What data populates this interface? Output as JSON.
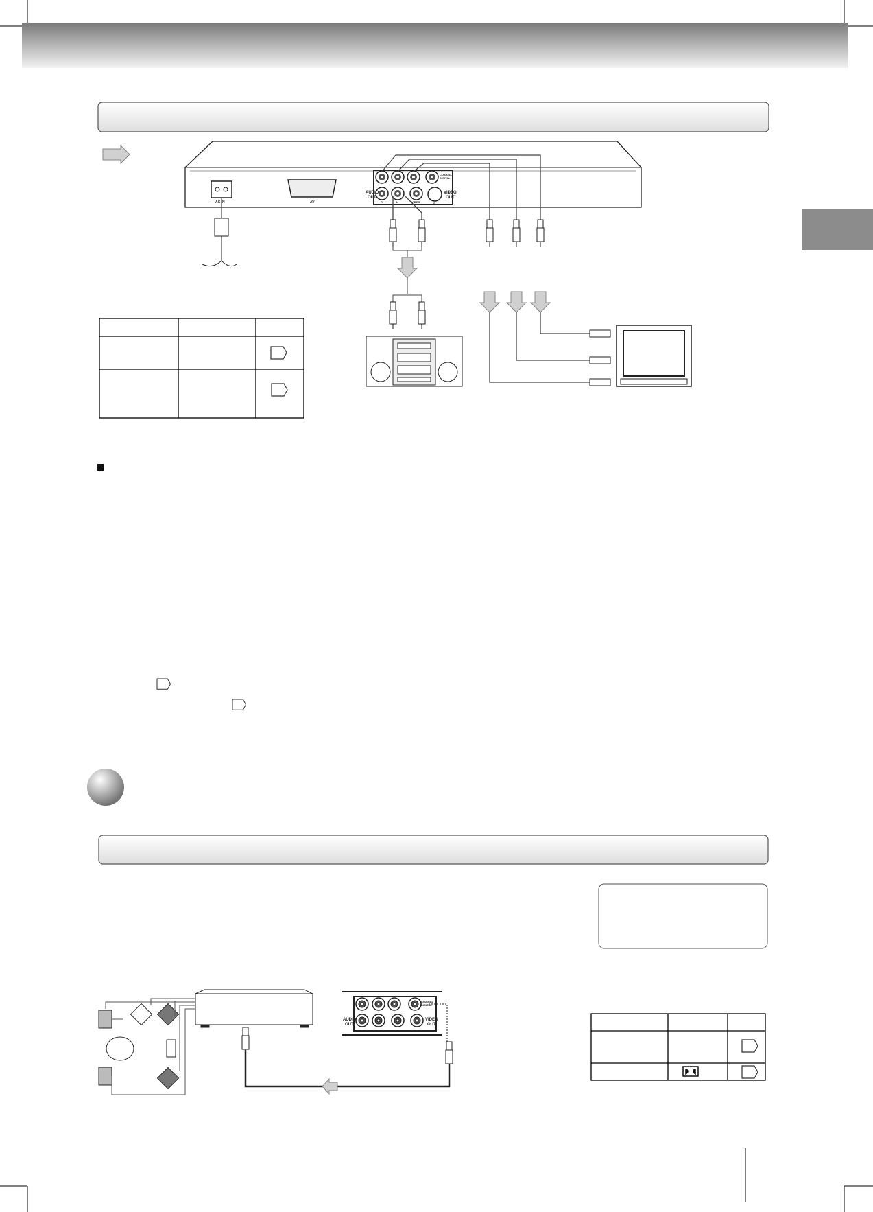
{
  "colors": {
    "header_band": "#8a8a8a",
    "side_tab": "#8c8c8c",
    "arrow_fill": "#d0d0d0",
    "section_bar": "#f0f0f0"
  },
  "device": {
    "ac_in": "AC IN",
    "scart": "AV",
    "audio_out": [
      "AUDIO",
      "OUT"
    ],
    "video_out": [
      "VIDEO",
      "OUT"
    ],
    "coaxial_digital": [
      "COAXIAL",
      "DIGITAL"
    ],
    "video": "VIDEO",
    "s": "S",
    "r": "R",
    "l": "L"
  },
  "icons": [
    "arrow-right-icon",
    "page-reference-icon",
    "section-sphere-icon",
    "dolby-digital-icon",
    "square-bullet-icon"
  ]
}
